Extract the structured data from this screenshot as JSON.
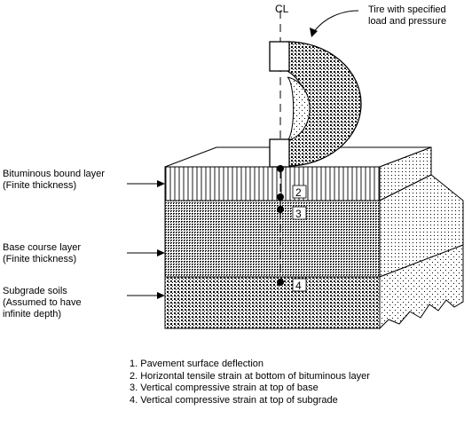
{
  "diagram": {
    "centerline_symbol": "CL",
    "tire_label": [
      "Tire with specified",
      "load and pressure"
    ],
    "layers": [
      {
        "name": "bituminous",
        "label": [
          "Bituminous bound layer",
          "(Finite thickness)"
        ]
      },
      {
        "name": "base",
        "label": [
          "Base course layer",
          "(Finite thickness)"
        ]
      },
      {
        "name": "subgrade",
        "label": [
          "Subgrade soils",
          "(Assumed to have",
          "infinite depth)"
        ]
      }
    ],
    "points": [
      {
        "number": "2"
      },
      {
        "number": "3"
      },
      {
        "number": "4"
      }
    ],
    "legend": [
      "1. Pavement surface deflection",
      "2. Horizontal tensile strain at bottom of bituminous layer",
      "3. Vertical compressive strain at top of base",
      "4. Vertical compressive strain at top of subgrade"
    ]
  }
}
